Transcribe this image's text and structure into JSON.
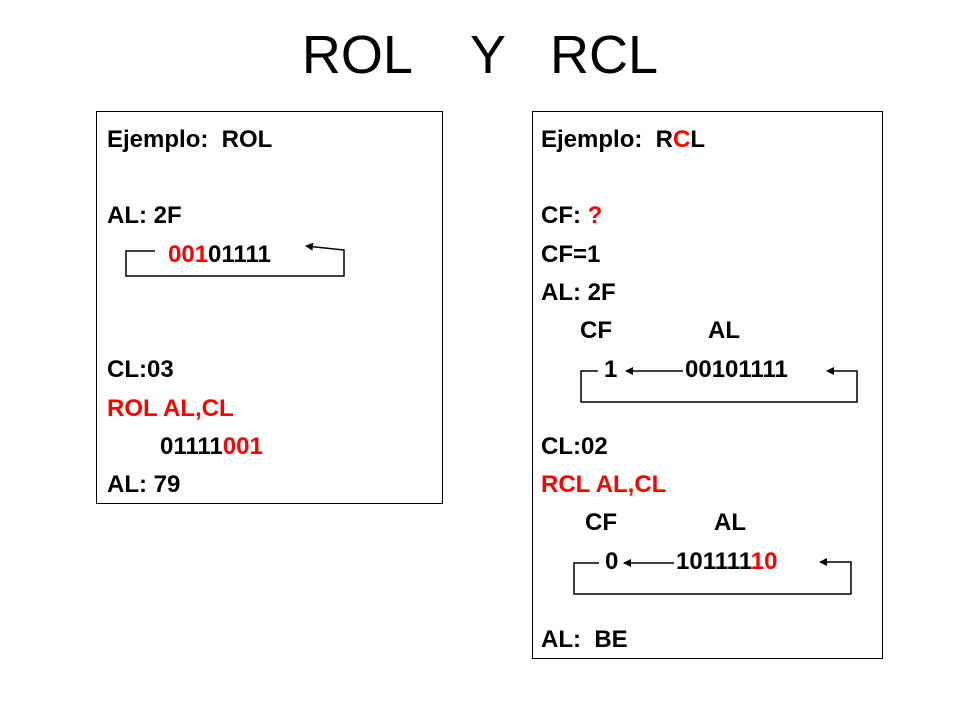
{
  "title": "ROL    Y   RCL",
  "colors": {
    "highlight": "#ff0000",
    "text": "#000000"
  },
  "rol": {
    "heading": "Ejemplo:  ROL",
    "al_init": "AL: 2F",
    "bits_init_red": "001",
    "bits_init_black": "01111",
    "cl": "CL:03",
    "instr": "ROL AL,CL",
    "bits_result_black": "01111",
    "bits_result_red": "001",
    "al_result": "AL: 79"
  },
  "rcl": {
    "heading_a": "Ejemplo:  R",
    "heading_b": "C",
    "heading_c": "L",
    "cf_label": "CF: ",
    "cf_unknown": "?",
    "cf_set": "CF=1",
    "al_init": "AL: 2F",
    "col_cf_1": "CF",
    "col_al_1": "AL",
    "cf_val_1": "1",
    "al_val_1": "00101111",
    "cl": "CL:02",
    "instr": "RCL AL,CL",
    "col_cf_2": "CF",
    "col_al_2": "AL",
    "cf_val_2": "0",
    "al_val_2_black": "101111",
    "al_val_2_red": "10",
    "al_result": "AL:  BE"
  }
}
